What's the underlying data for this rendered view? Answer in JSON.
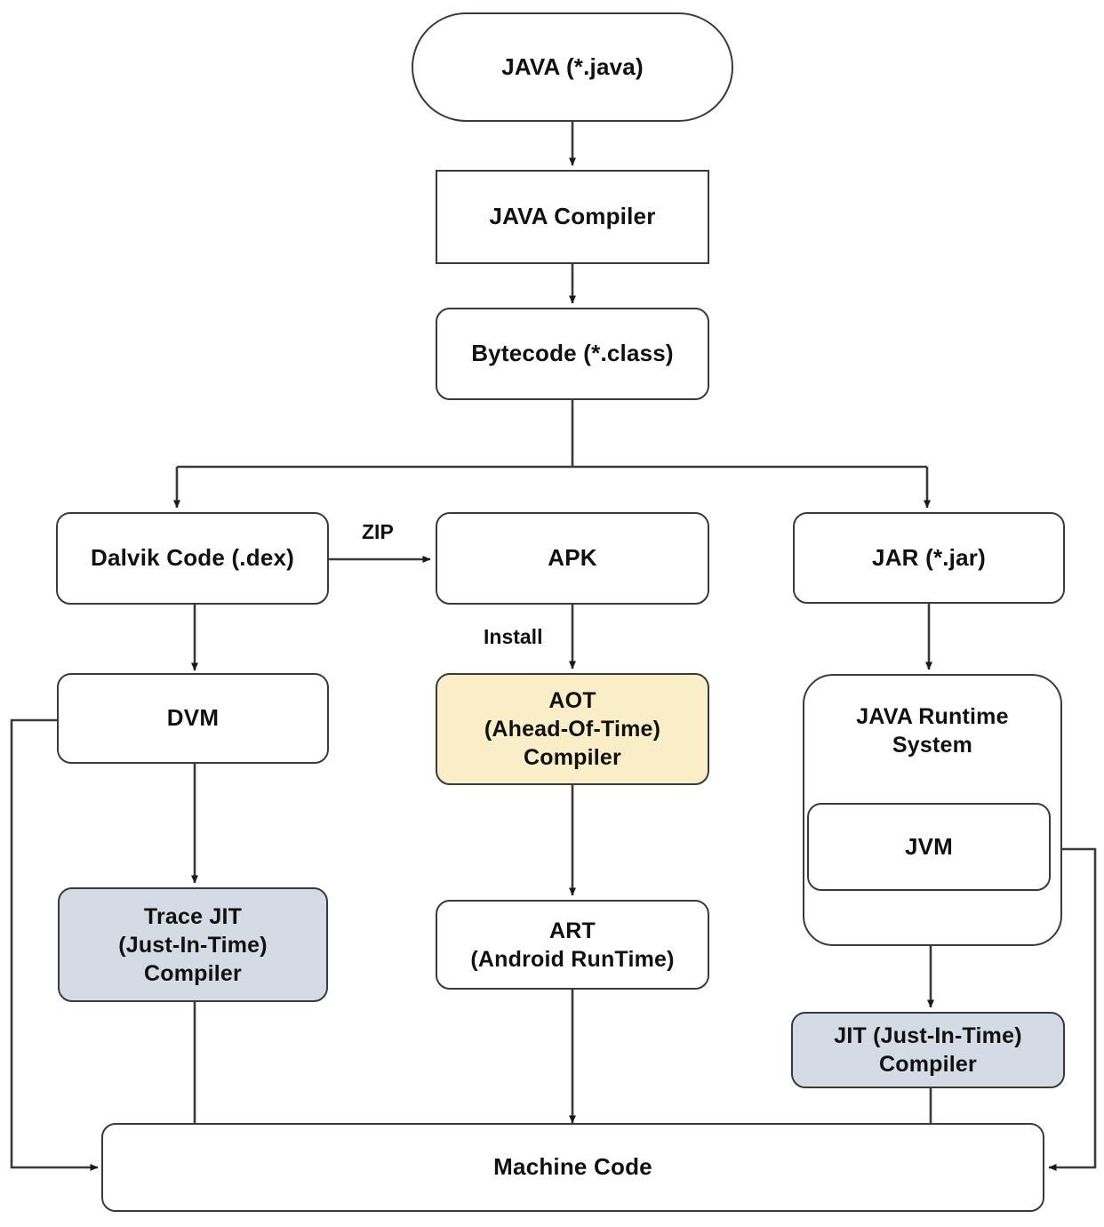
{
  "diagram": {
    "title": "Java and Android compilation / execution pipeline",
    "type": "flowchart",
    "colors": {
      "stroke": "#3a3a3a",
      "text": "#111111",
      "default_fill": "#ffffff",
      "aot_fill": "#faeec8",
      "jit_fill": "#d5dbe5",
      "background": "#ffffff"
    },
    "nodes": [
      {
        "id": "java_source",
        "label": "JAVA (*.java)",
        "shape": "stadium",
        "fill": "#ffffff"
      },
      {
        "id": "java_compiler",
        "label": "JAVA Compiler",
        "shape": "sharp",
        "fill": "#ffffff"
      },
      {
        "id": "bytecode",
        "label": "Bytecode (*.class)",
        "shape": "rounded",
        "fill": "#ffffff"
      },
      {
        "id": "dalvik",
        "label": "Dalvik Code (.dex)",
        "shape": "rounded",
        "fill": "#ffffff"
      },
      {
        "id": "apk",
        "label": "APK",
        "shape": "rounded",
        "fill": "#ffffff"
      },
      {
        "id": "jar",
        "label": "JAR (*.jar)",
        "shape": "rounded",
        "fill": "#ffffff"
      },
      {
        "id": "dvm",
        "label": "DVM",
        "shape": "rounded",
        "fill": "#ffffff"
      },
      {
        "id": "aot",
        "label": "AOT\n(Ahead-Of-Time)\nCompiler",
        "shape": "rounded",
        "fill": "#faeec8"
      },
      {
        "id": "jre",
        "label": "JAVA Runtime\nSystem",
        "shape": "container",
        "fill": "#ffffff"
      },
      {
        "id": "jvm",
        "label": "JVM",
        "shape": "rounded",
        "fill": "#ffffff"
      },
      {
        "id": "trace_jit",
        "label": "Trace JIT\n(Just-In-Time)\nCompiler",
        "shape": "rounded",
        "fill": "#d5dbe5"
      },
      {
        "id": "art",
        "label": "ART\n(Android RunTime)",
        "shape": "rounded",
        "fill": "#ffffff"
      },
      {
        "id": "jit",
        "label": "JIT (Just-In-Time)\nCompiler",
        "shape": "rounded",
        "fill": "#d5dbe5"
      },
      {
        "id": "machine_code",
        "label": "Machine Code",
        "shape": "rounded",
        "fill": "#ffffff"
      }
    ],
    "edge_labels": [
      {
        "id": "zip",
        "text": "ZIP",
        "from": "dalvik",
        "to": "apk"
      },
      {
        "id": "install",
        "text": "Install",
        "from": "apk",
        "to": "aot"
      }
    ],
    "edges": [
      {
        "from": "java_source",
        "to": "java_compiler",
        "label": ""
      },
      {
        "from": "java_compiler",
        "to": "bytecode",
        "label": ""
      },
      {
        "from": "bytecode",
        "to": "dalvik",
        "label": ""
      },
      {
        "from": "bytecode",
        "to": "jar",
        "label": ""
      },
      {
        "from": "dalvik",
        "to": "apk",
        "label": "ZIP"
      },
      {
        "from": "dalvik",
        "to": "dvm",
        "label": ""
      },
      {
        "from": "apk",
        "to": "aot",
        "label": "Install"
      },
      {
        "from": "jar",
        "to": "jre",
        "label": ""
      },
      {
        "from": "dvm",
        "to": "trace_jit",
        "label": ""
      },
      {
        "from": "aot",
        "to": "art",
        "label": ""
      },
      {
        "from": "jvm",
        "to": "jit",
        "label": ""
      },
      {
        "from": "dvm",
        "to": "machine_code",
        "label": ""
      },
      {
        "from": "trace_jit",
        "to": "machine_code",
        "label": ""
      },
      {
        "from": "art",
        "to": "machine_code",
        "label": ""
      },
      {
        "from": "jit",
        "to": "machine_code",
        "label": ""
      },
      {
        "from": "jvm",
        "to": "machine_code",
        "label": ""
      }
    ]
  }
}
